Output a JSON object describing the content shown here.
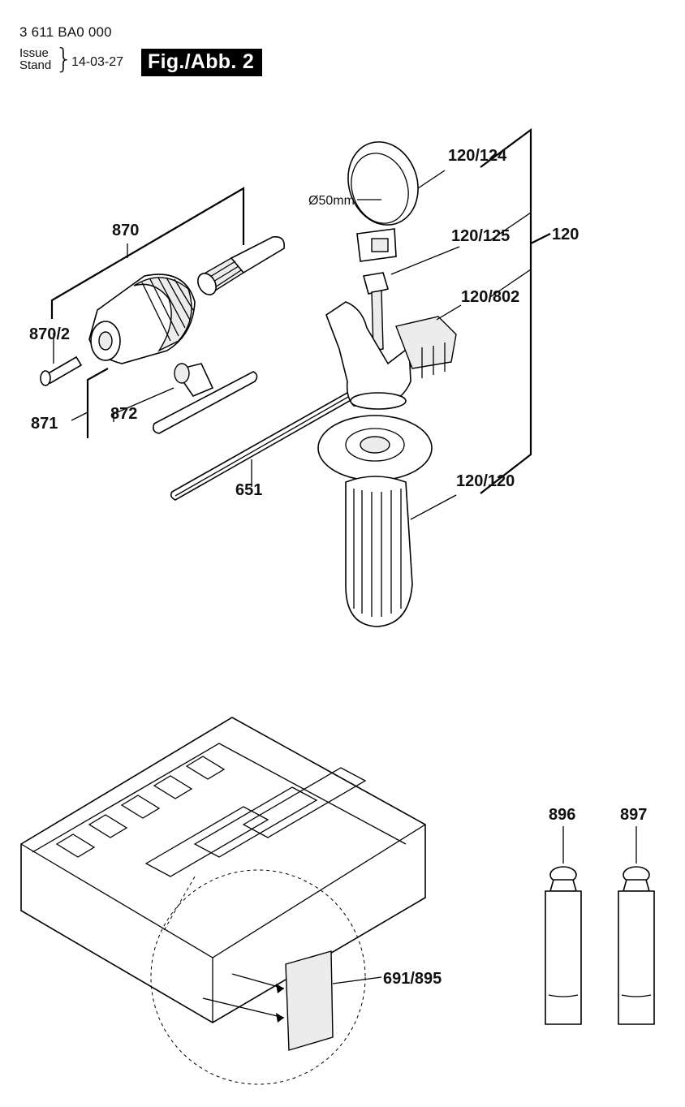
{
  "header": {
    "doc_number": "3 611 BA0 000",
    "issue_label_line1": "Issue",
    "issue_label_line2": "Stand",
    "issue_date": "14-03-27",
    "figure_label": "Fig./Abb. 2"
  },
  "callouts": {
    "p870": "870",
    "p870_2": "870/2",
    "p871": "871",
    "p872": "872",
    "p651": "651",
    "p120_124": "120/124",
    "p120_125": "120/125",
    "p120": "120",
    "p120_802": "120/802",
    "p120_120": "120/120",
    "p691_895": "691/895",
    "p896": "896",
    "p897": "897"
  },
  "dimension": {
    "clamp_diameter": "Ø50mm"
  }
}
